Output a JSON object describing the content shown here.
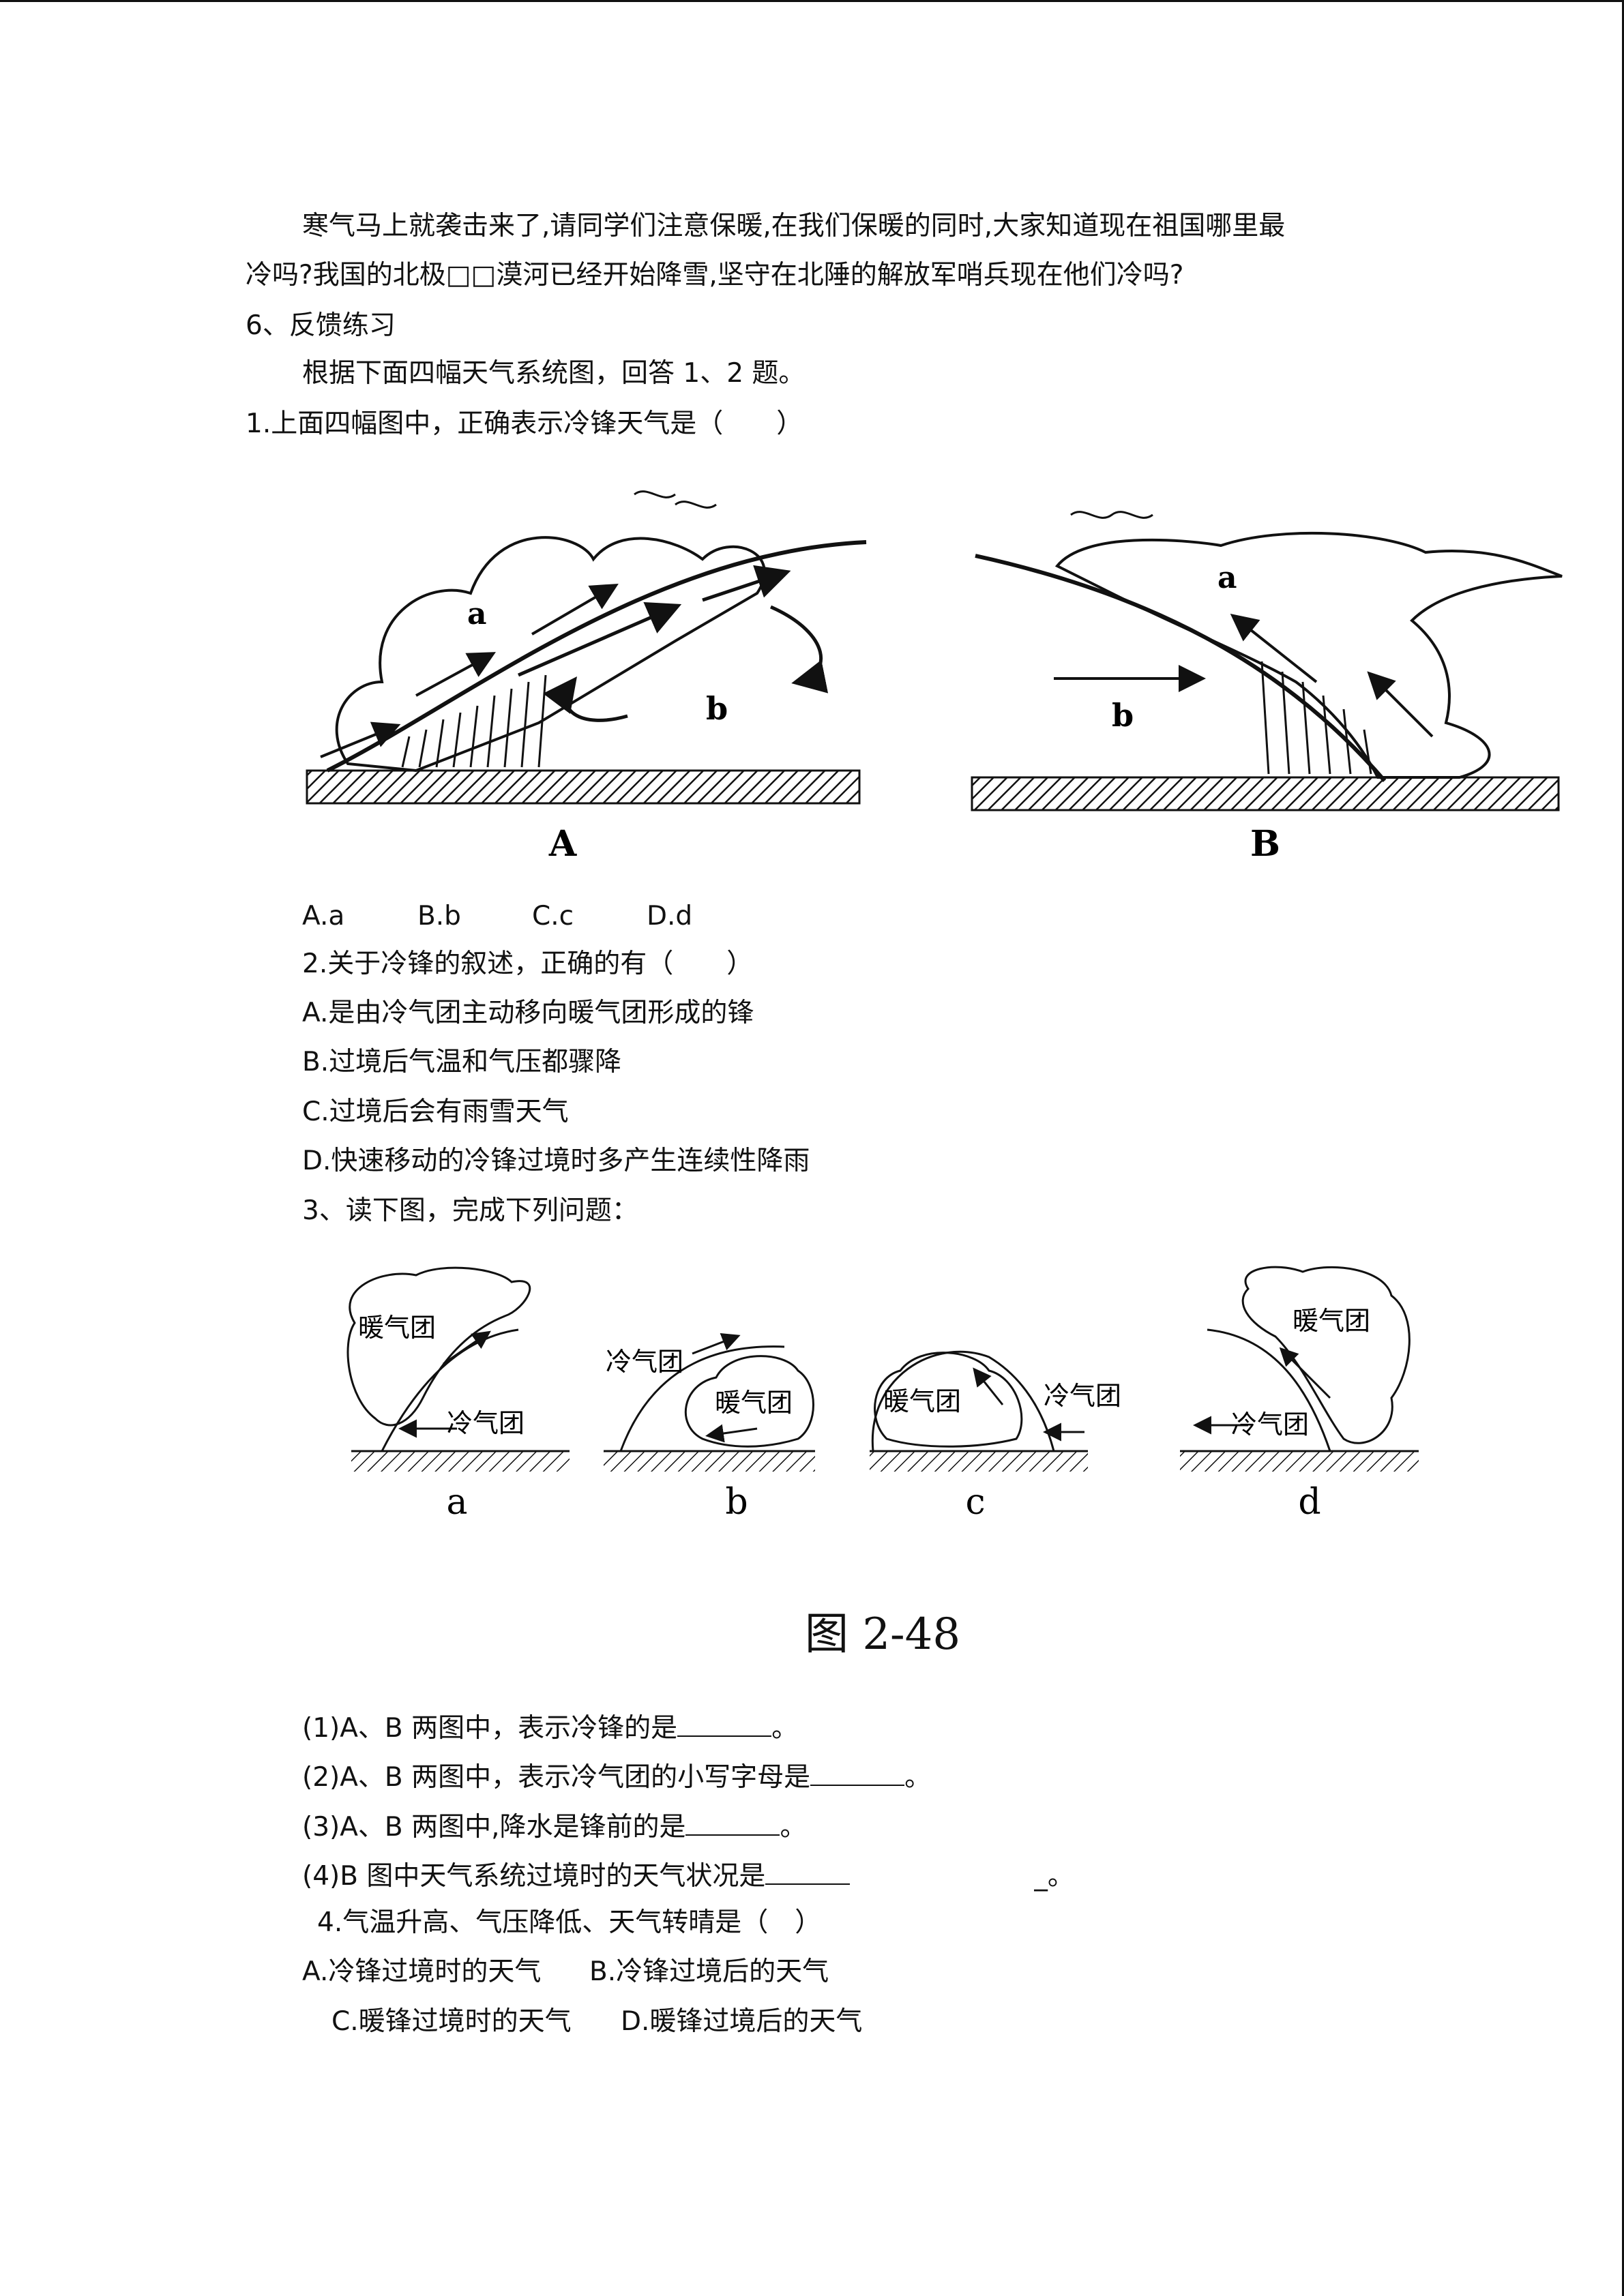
{
  "paragraph": {
    "line1": "寒气马上就袭击来了,请同学们注意保暖,在我们保暖的同时,大家知道现在祖国哪里最",
    "line2": "冷吗?我国的北极□□漠河已经开始降雪,坚守在北陲的解放军哨兵现在他们冷吗?"
  },
  "section6": {
    "title": "6、反馈练习",
    "intro": "根据下面四幅天气系统图，回答 1、2 题。"
  },
  "q1": {
    "stem": "1.上面四幅图中，正确表示冷锋天气是（　　）",
    "options": [
      "A.a",
      "B.b",
      "C.c",
      "D.d"
    ]
  },
  "figure1": {
    "panel_a": {
      "caption": "A",
      "label_upper": "a",
      "label_lower": "b"
    },
    "panel_b": {
      "caption": "B",
      "label_upper": "a",
      "label_lower": "b"
    }
  },
  "q2": {
    "stem": "2.关于冷锋的叙述，正确的有（　　）",
    "options": [
      "A.是由冷气团主动移向暖气团形成的锋",
      "B.过境后气温和气压都骤降",
      "C.过境后会有雨雪天气",
      "D.快速移动的冷锋过境时多产生连续性降雨"
    ]
  },
  "q3": {
    "stem": "3、读下图，完成下列问题：",
    "sub": [
      {
        "text": "(1)A、B 两图中，表示冷锋的是",
        "end": "。"
      },
      {
        "text": "(2)A、B 两图中，表示冷气团的小写字母是",
        "end": "。"
      },
      {
        "text": "(3)A、B 两图中,降水是锋前的是",
        "end": "。"
      },
      {
        "text": "(4)B 图中天气系统过境时的天气状况是",
        "end": "_。"
      }
    ]
  },
  "figure2": {
    "warm_mass": "暖气团",
    "cold_mass": "冷气团",
    "panels": [
      "a",
      "b",
      "c",
      "d"
    ],
    "caption": "图 2-48"
  },
  "q4": {
    "stem": "4.气温升高、气压降低、天气转晴是（　）",
    "options": [
      "A.冷锋过境时的天气",
      "B.冷锋过境后的天气",
      "C.暖锋过境时的天气",
      "D.暖锋过境后的天气"
    ]
  }
}
